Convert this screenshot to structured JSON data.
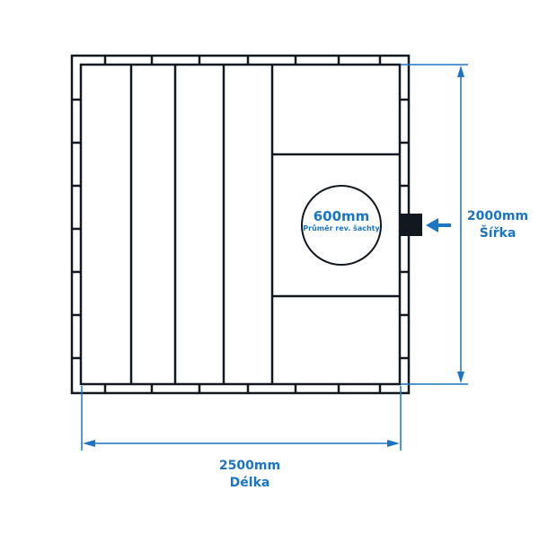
{
  "colors": {
    "line": "#111820",
    "accent": "#1c74c4"
  },
  "shaft": {
    "diameter": "600mm",
    "caption": "Průměr rev. šachty"
  },
  "width": {
    "value": "2000mm",
    "label": "Šířka"
  },
  "length": {
    "value": "2500mm",
    "label": "Délka"
  },
  "icons": {
    "inlet": "arrow-left-icon"
  }
}
